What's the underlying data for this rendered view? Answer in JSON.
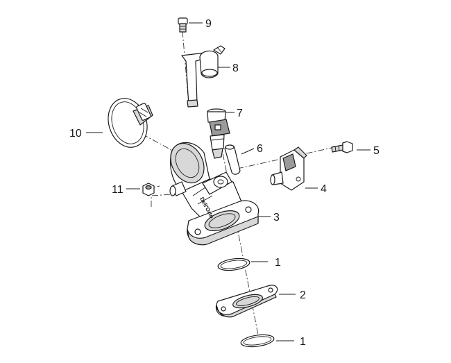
{
  "callouts": {
    "c1a": "1",
    "c1b": "1",
    "c2": "2",
    "c3": "3",
    "c4": "4",
    "c5": "5",
    "c6": "6",
    "c7": "7",
    "c8": "8",
    "c9": "9",
    "c10": "10",
    "c11": "11"
  },
  "body_marking": "Dell'Orto"
}
